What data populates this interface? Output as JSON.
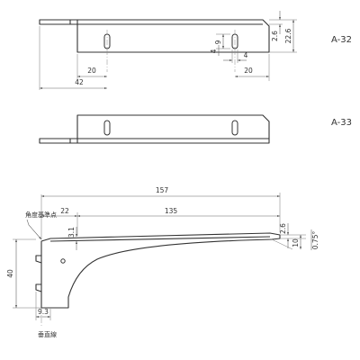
{
  "labels": {
    "part_a32": "A-32",
    "part_a33": "A-33",
    "angle_reference_point": "角度基準点",
    "vertical_line": "垂直線"
  },
  "dimensions": {
    "top": {
      "d20_left": "20",
      "d42": "42",
      "d4": "4",
      "d9": "9",
      "d4_horizontal": "4",
      "d20_right": "20",
      "d2_6": "2.6",
      "d22_6": "22.6"
    },
    "side": {
      "d157": "157",
      "d22": "22",
      "d135": "135",
      "d3_1": "3.1",
      "d2_6": "2.6",
      "d10": "10",
      "d0_75": "0.75°",
      "d40": "40",
      "d9_3": "9.3"
    }
  },
  "colors": {
    "line": "#333333",
    "dimension": "#666666"
  }
}
